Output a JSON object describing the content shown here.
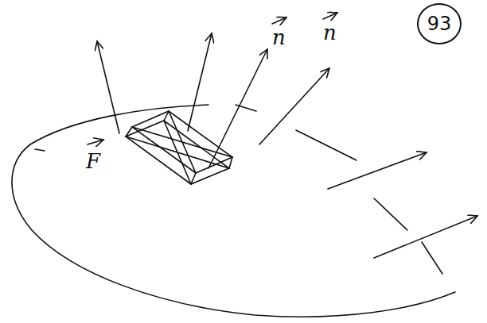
{
  "diagram": {
    "nodes": [
      {
        "text": [
          "93"
        ]
      }
    ],
    "labels": [
      "F",
      "n",
      "n"
    ]
  }
}
